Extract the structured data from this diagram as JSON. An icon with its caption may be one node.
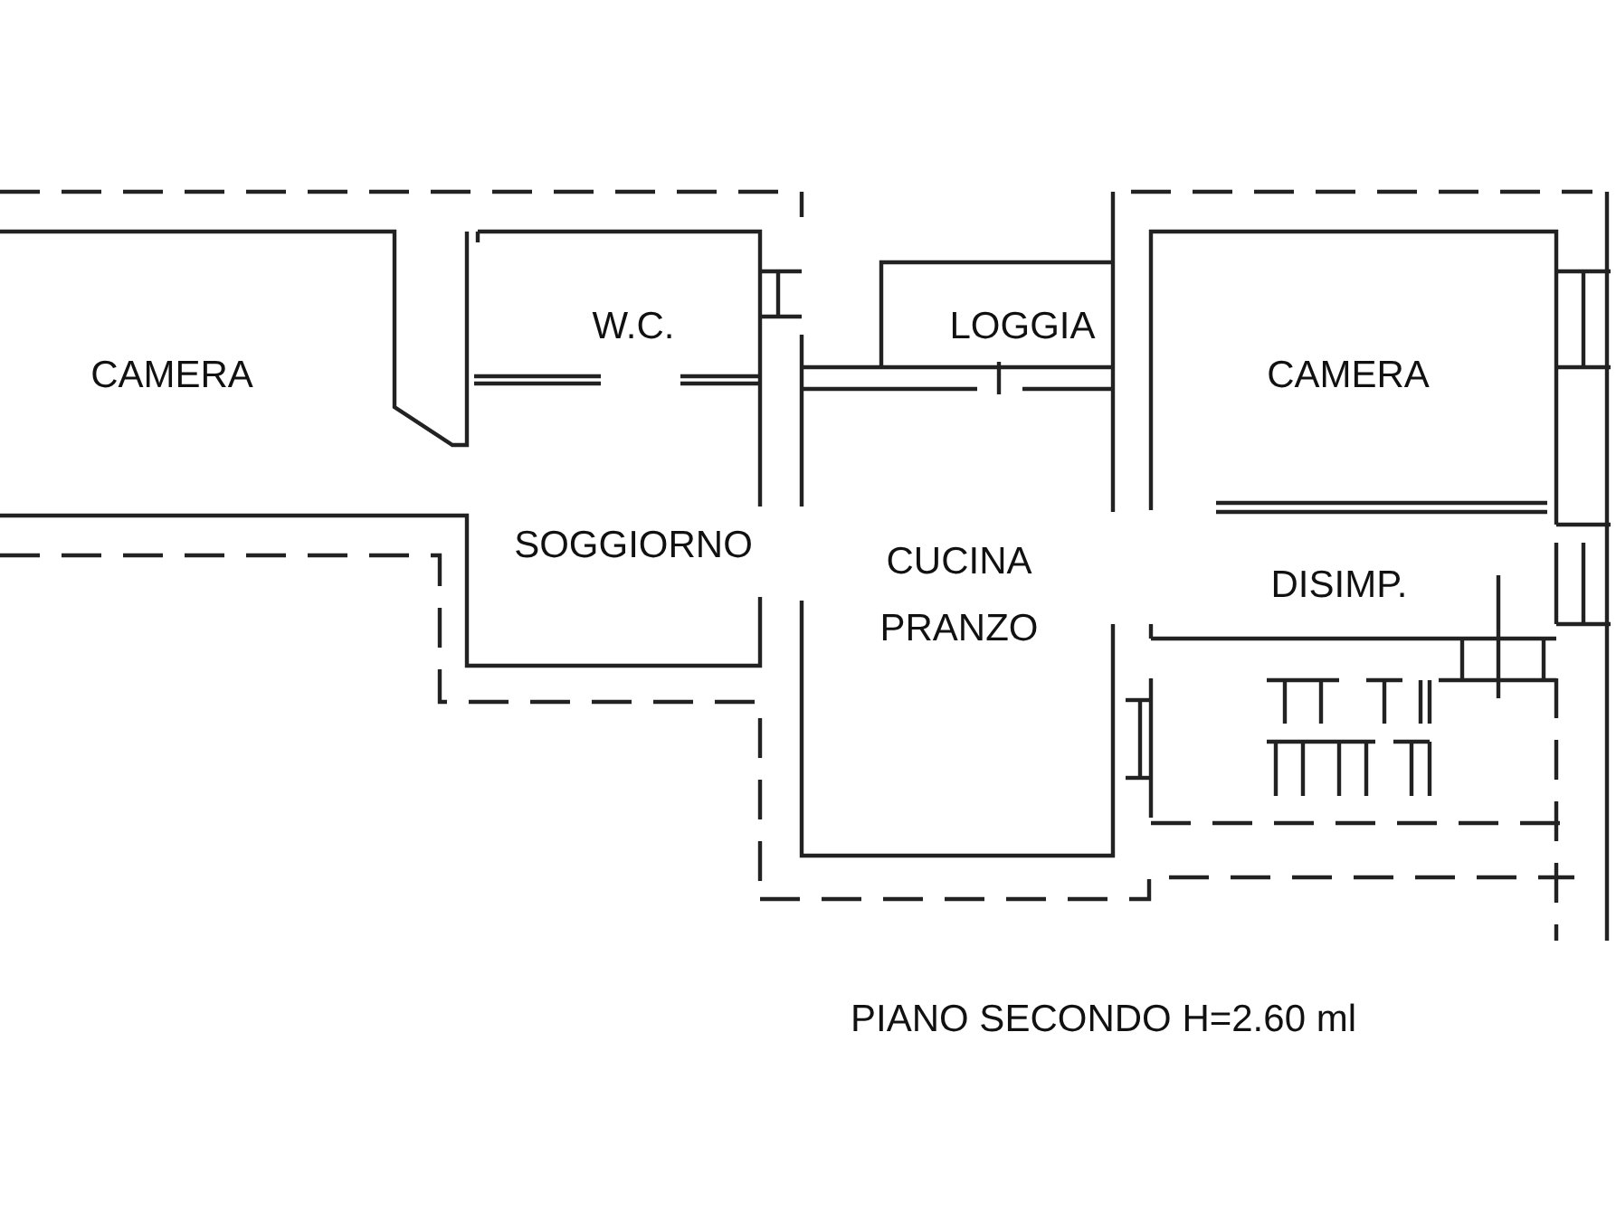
{
  "diagram": {
    "caption": "PIANO SECONDO H=2.60 ml",
    "labels": [
      "W.C.",
      "LOGGIA",
      "CAMERA",
      "CAMERA",
      "SOGGIORNO",
      "CUCINA PRANZO",
      "DISIMP."
    ]
  }
}
